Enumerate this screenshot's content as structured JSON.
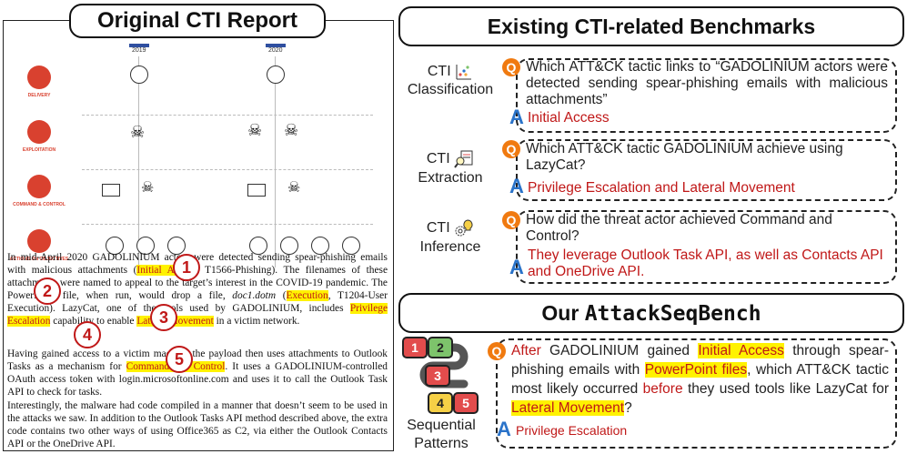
{
  "left": {
    "title": "Original CTI Report",
    "year1": "2019",
    "year2": "2020",
    "phases": [
      "DELIVERY",
      "EXPLOITATION",
      "COMMAND & CONTROL",
      "ACTIONS ON OBJECTIVES"
    ],
    "markers": [
      "1",
      "2",
      "3",
      "4",
      "5"
    ],
    "para1": {
      "t1": "In mid-April 2020 GADOLINIUM actors were detected sending spear-phishing emails with malicious attachments (",
      "h1": "Initial Access",
      "t2": ", T1566-Phishing). The filenames of these attachments were named to appeal to the target’s interest in the COVID-19 pandemic. The PowerPoint file, when run, would drop a file, ",
      "file": "doc1.dotm",
      "t3": " (",
      "h2": "Execution",
      "t4": ", T1204-User Execution). LazyCat, one of the tools used by GADOLINIUM, includes ",
      "h3": "Privilege Escalation",
      "t5": " capability to enable ",
      "h4": "Lateral Movement",
      "t6": " in a victim network."
    },
    "para2": {
      "t1": "Having gained access to a victim machine the payload then uses attachments to Outlook Tasks as a mechanism for ",
      "h1": "Command and Control",
      "t2": ". It uses a GADOLINIUM-controlled OAuth access token with login.microsoftonline.com and uses it to call the Outlook Task API to check for tasks."
    },
    "para3": "Interestingly, the malware had code compiled in a manner that doesn’t seem to be used in the attacks we saw. In addition to the Outlook Tasks API method described above, the extra code contains two other ways of using Office365 as C2, via either the Outlook Contacts API or the OneDrive API."
  },
  "right_top": {
    "title": "Existing CTI-related Benchmarks",
    "items": [
      {
        "cat1": "CTI",
        "cat2": "Classification",
        "icon": "scatter-plot-icon",
        "q": "Which ATT&CK tactic links to “GADOLINIUM actors were detected sending spear-phishing emails with malicious attachments”",
        "a": "Initial Access"
      },
      {
        "cat1": "CTI",
        "cat2": "Extraction",
        "icon": "document-magnifier-icon",
        "q": "Which ATT&CK tactic GADOLINIUM achieve using LazyCat?",
        "a": "Privilege Escalation and Lateral Movement"
      },
      {
        "cat1": "CTI",
        "cat2": "Inference",
        "icon": "gear-lightbulb-icon",
        "q": "How did the threat actor achieved Command and Control?",
        "a": "They leverage Outlook Task API, as well as Contacts API and OneDrive API."
      }
    ]
  },
  "right_bottom": {
    "title_prefix": "Our ",
    "title_name": "AttackSeqBench",
    "tiles": [
      "1",
      "2",
      "3",
      "4",
      "5"
    ],
    "label1": "Sequential",
    "label2": "Patterns",
    "q": {
      "w1": "After",
      "t1": " GADOLINIUM gained ",
      "h1": "Initial Access",
      "t2": " through spear-phishing emails with ",
      "h2": "PowerPoint files",
      "t3": ", which ATT&CK tactic most likely occurred ",
      "w2": "before",
      "t4": " they used tools like LazyCat for ",
      "h3": "Lateral Movement",
      "t5": "?"
    },
    "a": "Privilege Escalation"
  },
  "colors": {
    "accent_red": "#c01818",
    "highlight": "#fff200",
    "q_orange": "#f07a10",
    "a_blue": "#2a73c9",
    "tile_green": "#7dc36b",
    "tile_red": "#e24c4c",
    "tile_yellow": "#f6d046",
    "tile_gold": "#f2a93b"
  }
}
